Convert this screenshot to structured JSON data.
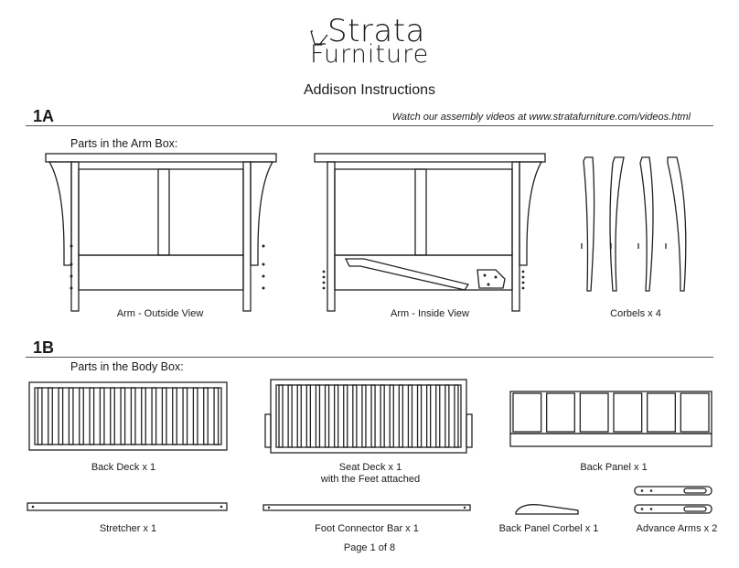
{
  "logo": {
    "line1": "Strata",
    "line2": "Furniture"
  },
  "title": "Addison Instructions",
  "section_1a": {
    "label": "1A",
    "video_note": "Watch our assembly videos at www.stratafurniture.com/videos.html",
    "subtitle": "Parts in the Arm Box:",
    "captions": [
      "Arm - Outside View",
      "Arm - Inside View",
      "Corbels x 4"
    ]
  },
  "section_1b": {
    "label": "1B",
    "subtitle": "Parts in the Body Box:",
    "captions": {
      "back_deck": "Back Deck x 1",
      "seat_deck": "Seat Deck x 1",
      "seat_deck_note": "with the Feet attached",
      "back_panel": "Back Panel x 1",
      "stretcher": "Stretcher x 1",
      "foot_connector": "Foot Connector Bar x 1",
      "back_panel_corbel": "Back Panel Corbel x 1",
      "advance_arms": "Advance Arms x 2"
    }
  },
  "footer": {
    "page": "Page 1 of 8"
  }
}
